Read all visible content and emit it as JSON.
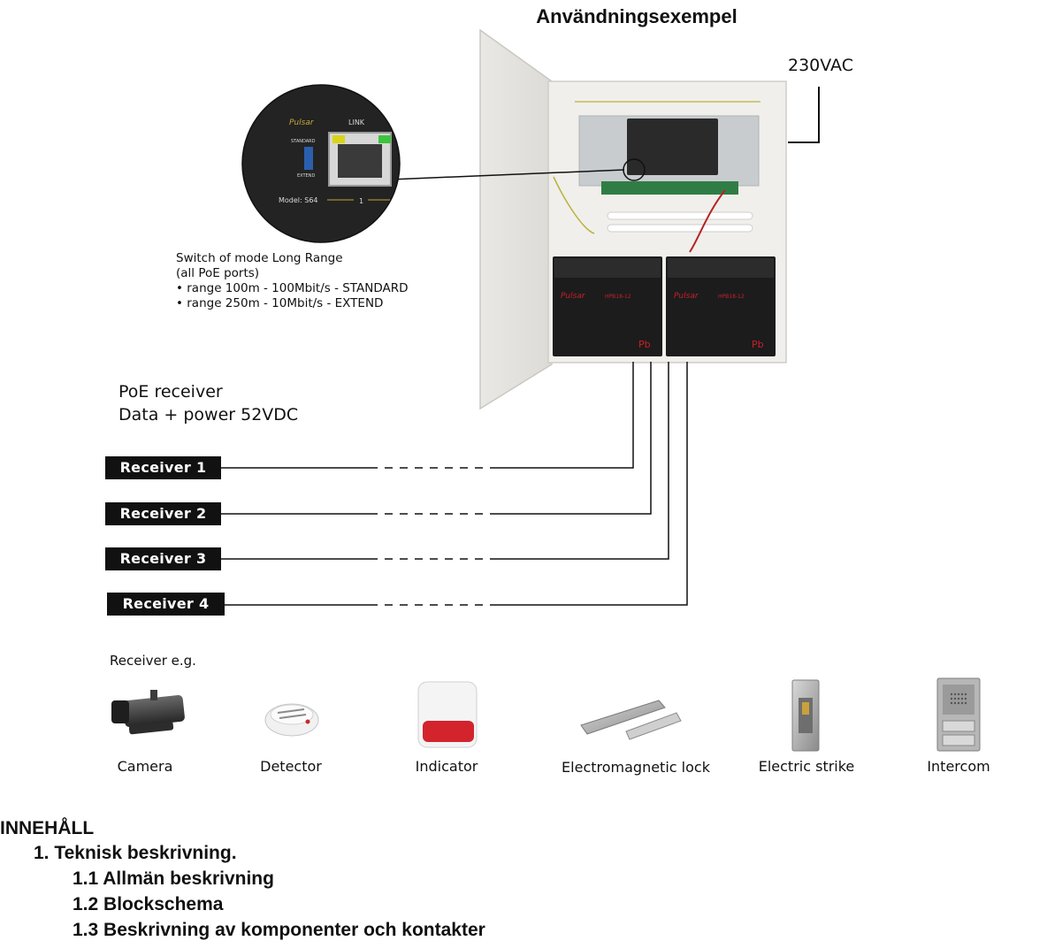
{
  "title": "Användningsexempel",
  "power_label": "230VAC",
  "switch_info": {
    "line1": "Switch of mode Long Range",
    "line2": "(all PoE ports)",
    "line3": "• range 100m - 100Mbit/s - STANDARD",
    "line4": "• range 250m - 10Mbit/s - EXTEND"
  },
  "inset": {
    "brand": "Pulsar",
    "link": "LINK",
    "standard": "STANDARD",
    "extend": "EXTEND",
    "model": "Model: S64",
    "port": "1"
  },
  "battery": {
    "brand": "Pulsar",
    "model": "HPB18-12",
    "pb": "Pb"
  },
  "poe": {
    "line1": "PoE receiver",
    "line2": "Data + power 52VDC"
  },
  "receivers": [
    "Receiver 1",
    "Receiver 2",
    "Receiver 3",
    "Receiver 4"
  ],
  "receiver_eg": "Receiver e.g.",
  "devices": [
    {
      "label": "Camera",
      "icon": "camera-icon"
    },
    {
      "label": "Detector",
      "icon": "detector-icon"
    },
    {
      "label": "Indicator",
      "icon": "indicator-icon"
    },
    {
      "label": "Electromagnetic lock",
      "icon": "electromagnetic-lock-icon"
    },
    {
      "label": "Electric strike",
      "icon": "electric-strike-icon"
    },
    {
      "label": "Intercom",
      "icon": "intercom-icon"
    }
  ],
  "toc": {
    "heading": "INNEHÅLL",
    "items": [
      "1. Teknisk beskrivning.",
      "1.1 Allmän beskrivning",
      "1.2 Blockschema",
      "1.3 Beskrivning av komponenter och kontakter"
    ]
  },
  "colors": {
    "label_bg": "#111111",
    "battery": "#1c1c1c",
    "battery_red": "#c8202a",
    "enclosure": "#ececea"
  }
}
